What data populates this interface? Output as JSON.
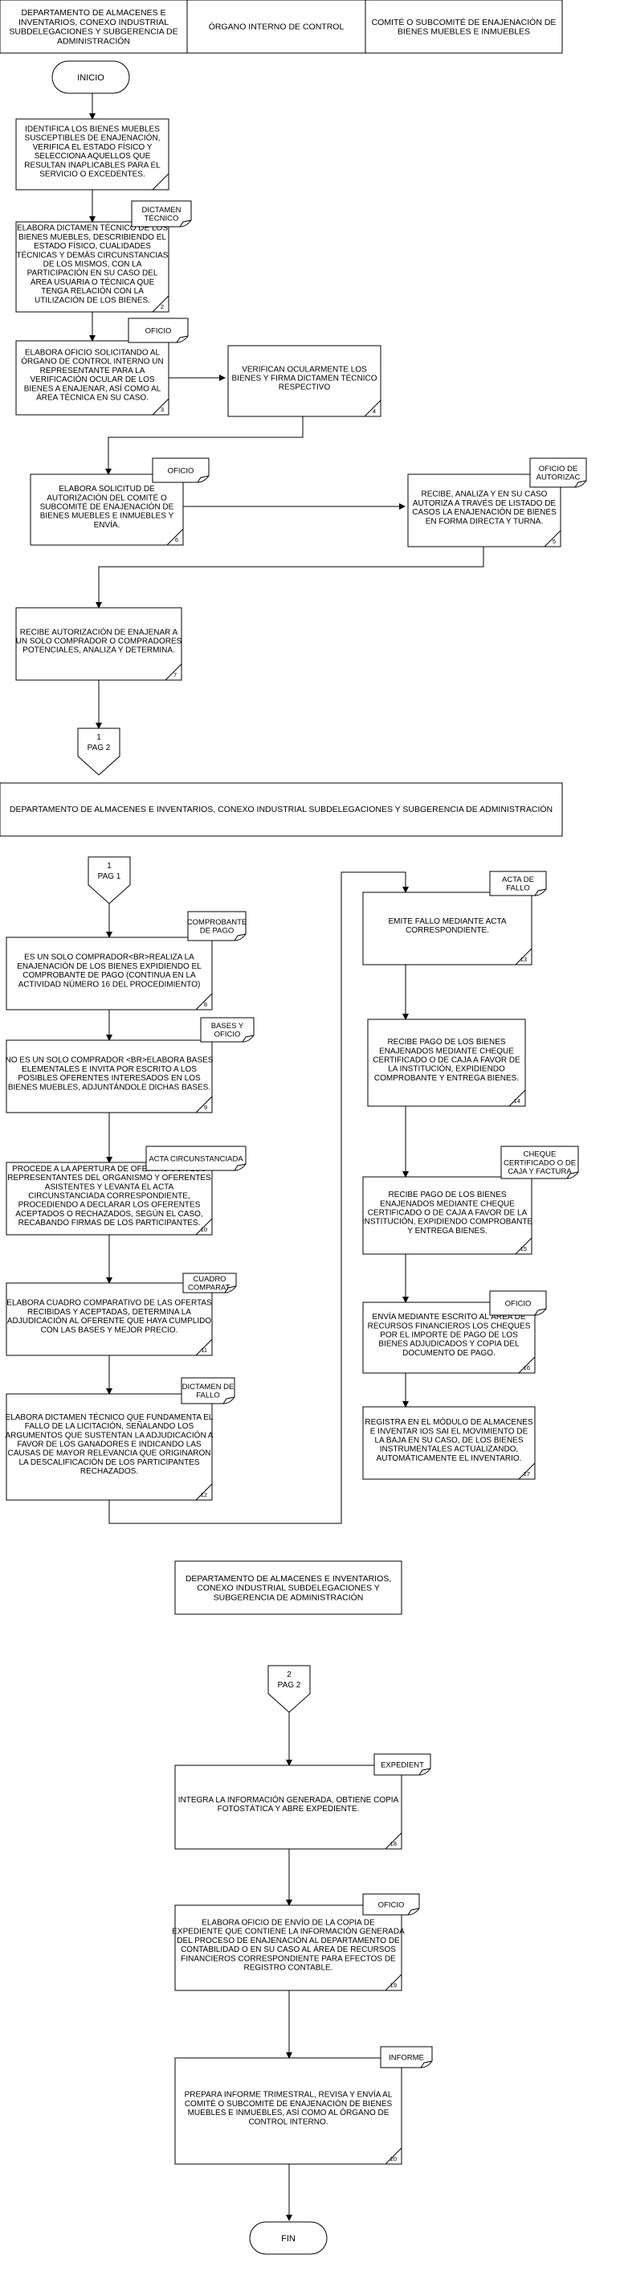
{
  "header": [
    "DEPARTAMENTO DE ALMACENES E INVENTARIOS, CONEXO INDUSTRIAL SUBDELEGACIONES Y SUBGERENCIA DE ADMINISTRACIÓN",
    "ÓRGANO INTERNO DE CONTROL",
    "COMITÉ O SUBCOMITÉ DE ENAJENACIÓN DE BIENES MUEBLES E INMUEBLES"
  ],
  "terminals": {
    "start": "INICIO",
    "end": "FIN"
  },
  "activities": [
    {
      "id": "a1",
      "number": "",
      "text": "IDENTIFICA LOS BIENES MUEBLES SUSCEPTIBLES DE ENAJENACIÓN, VERIFICA EL ESTADO FÍSICO Y SELECCIONA AQUELLOS QUE RESULTAN INAPLICABLES PARA EL SERVICIO O EXCEDENTES."
    },
    {
      "id": "a2",
      "number": "2",
      "text": "ELABORA DICTAMEN TÉCNICO DE LOS BIENES MUEBLES, DESCRIBIENDO EL ESTADO FÍSICO, CUALIDADES TÉCNICAS Y DEMÁS CIRCUNSTANCIAS DE LOS MISMOS, CON LA PARTICIPACIÓN EN SU CASO DEL ÁREA USUARIA O TÉCNICA QUE TENGA RELACIÓN CON LA UTILIZACIÓN DE LOS BIENES."
    },
    {
      "id": "a3",
      "number": "3",
      "text": "ELABORA OFICIO SOLICITANDO AL ÓRGANO DE CONTROL INTERNO UN REPRESENTANTE PARA LA VERIFICACIÓN OCULAR DE LOS BIENES A ENAJENAR, ASÍ COMO AL ÁREA TÉCNICA EN SU CASO."
    },
    {
      "id": "a4",
      "number": "4",
      "text": "VERIFICAN OCULARMENTE LOS BIENES Y FIRMA DICTAMEN TÉCNICO RESPECTIVO"
    },
    {
      "id": "a5",
      "number": "5",
      "text": "RECIBE, ANALIZA Y EN SU CASO AUTORIZA A TRAVÉS DE LISTADO DE CASOS LA ENAJENACIÓN DE BIENES EN FORMA DIRECTA Y TURNA."
    },
    {
      "id": "a6",
      "number": "6",
      "text": "ELABORA SOLICITUD DE AUTORIZACIÓN DEL COMITÉ O SUBCOMITÉ DE ENAJENACIÓN DE BIENES MUEBLES E INMUEBLES Y ENVÍA."
    },
    {
      "id": "a7",
      "number": "7",
      "text": "RECIBE AUTORIZACIÓN DE ENAJENAR A UN SOLO COMPRADOR O COMPRADORES POTENCIALES, ANALIZA Y DETERMINA."
    },
    {
      "id": "a8",
      "number": "8",
      "text": "ES UN SOLO COMPRADOR<BR>REALIZA LA ENAJENACIÓN DE LOS BIENES EXPIDIENDO EL COMPROBANTE DE PAGO (CONTINUA EN LA ACTIVIDAD NÚMERO 16 DEL PROCEDIMIENTO)"
    },
    {
      "id": "a9",
      "number": "9",
      "text": "NO ES UN SOLO COMPRADOR <BR>ELABORA BASES ELEMENTALES E INVITA POR ESCRITO A LOS POSIBLES OFERENTES INTERESADOS EN LOS BIENES MUEBLES, ADJUNTÁNDOLE DICHAS BASES."
    },
    {
      "id": "a10",
      "number": "10",
      "text": "PROCEDE A LA APERTURA DE OFERTAS CON LOS REPRESENTANTES DEL ORGANISMO Y OFERENTES ASISTENTES Y LEVANTA EL ACTA CIRCUNSTANCIADA CORRESPONDIENTE, PROCEDIENDO A DECLARAR LOS OFERENTES ACEPTADOS O RECHAZADOS, SEGÚN EL CASO, RECABANDO FIRMAS DE LOS PARTICIPANTES."
    },
    {
      "id": "a11",
      "number": "11",
      "text": "ELABORA CUADRO COMPARATIVO DE LAS OFERTAS RECIBIDAS Y ACEPTADAS, DETERMINA LA ADJUDICACIÓN AL OFERENTE QUE HAYA CUMPLIDO CON LAS BASES Y MEJOR PRECIO."
    },
    {
      "id": "a12",
      "number": "12",
      "text": "ELABORA DICTAMEN TÉCNICO QUE FUNDAMENTA EL FALLO DE LA LICITACIÓN, SEÑALANDO LOS ARGUMENTOS QUE SUSTENTAN LA ADJUDICACIÓN A FAVOR DE LOS GANADORES E INDICANDO LAS CAUSAS DE MAYOR RELEVANCIA QUE ORIGINARON LA DESCALIFICACIÓN DE LOS PARTICIPANTES RECHAZADOS."
    },
    {
      "id": "a13",
      "number": "13",
      "text": "EMITE FALLO MEDIANTE ACTA CORRESPONDIENTE."
    },
    {
      "id": "a14",
      "number": "14",
      "text": "RECIBE PAGO DE LOS BIENES ENAJENADOS MEDIANTE CHEQUE CERTIFICADO O DE CAJA A FAVOR DE LA INSTITUCIÓN, EXPIDIENDO COMPROBANTE Y ENTREGA BIENES."
    },
    {
      "id": "a15",
      "number": "15",
      "text": "RECIBE PAGO DE LOS BIENES ENAJENADOS MEDIANTE CHEQUE CERTIFICADO O DE CAJA A FAVOR DE LA INSTITUCIÓN, EXPIDIENDO COMPROBANTE Y ENTREGA BIENES."
    },
    {
      "id": "a16",
      "number": "16",
      "text": "ENVÍA MEDIANTE ESCRITO AL ÁREA DE RECURSOS FINANCIEROS LOS CHEQUES POR EL IMPORTE DE PAGO DE LOS BIENES ADJUDICADOS Y COPIA DEL DOCUMENTO DE PAGO."
    },
    {
      "id": "a17",
      "number": "17",
      "text": "REGISTRA EN EL MÓDULO DE ALMACENES E INVENTAR IOS SAI EL MOVIMIENTO DE LA BAJA EN SU CASO, DE LOS BIENES INSTRUMENTALES ACTUALIZANDO, AUTOMÁTICAMENTE EL INVENTARIO."
    },
    {
      "id": "a18",
      "number": "18",
      "text": "INTEGRA LA INFORMACIÓN GENERADA, OBTIENE COPIA FOTOSTÁTICA Y ABRE EXPEDIENTE."
    },
    {
      "id": "a19",
      "number": "19",
      "text": "ELABORA OFICIO DE ENVÍO DE LA COPIA DE EXPEDIENTE QUE CONTIENE LA INFORMACIÓN GENERADA DEL PROCESO DE ENAJENACIÓN AL DEPARTAMENTO DE CONTABILIDAD O EN SU CASO AL ÁREA DE RECURSOS FINANCIEROS CORRESPONDIENTE PARA EFECTOS DE REGISTRO CONTABLE."
    },
    {
      "id": "a20",
      "number": "20",
      "text": "PREPARA INFORME TRIMESTRAL, REVISA Y ENVÍA AL COMITÉ O SUBCOMITÉ DE ENAJENACIÓN DE BIENES MUEBLES E INMUEBLES, ASÍ COMO AL ÓRGANO DE CONTROL INTERNO."
    }
  ],
  "documents": {
    "d2": "DICTAMEN TÉCNICO",
    "d3": "OFICIO",
    "d6": "OFICIO",
    "d5": "OFICIO DE AUTORIZAC",
    "d8": "COMPROBANTE DE PAGO",
    "d9": "BASES Y OFICIO",
    "d10": "ACTA CIRCUNSTANCIADA",
    "d11": "CUADRO COMPARAT.",
    "d12": "DICTAMEN DE FALLO",
    "d13": "ACTA DE FALLO",
    "d15": "CHEQUE CERTIFICADO O DE CAJA Y FACTURA",
    "d16": "OFICIO",
    "d18": "EXPEDIENT",
    "d19": "OFICIO",
    "d20": "INFORME"
  },
  "connectors": {
    "out1": {
      "number": "1",
      "label": "PAG 2"
    },
    "in1": {
      "number": "1",
      "label": "PAG 1"
    },
    "out2": {
      "number": "2",
      "label": "PAG 2"
    }
  },
  "section_headers": {
    "page2": "DEPARTAMENTO DE ALMACENES E INVENTARIOS, CONEXO INDUSTRIAL SUBDELEGACIONES Y SUBGERENCIA DE ADMINISTRACIÓN",
    "page3": "DEPARTAMENTO DE ALMACENES E INVENTARIOS, CONEXO INDUSTRIAL SUBDELEGACIONES Y SUBGERENCIA DE ADMINISTRACIÓN"
  }
}
